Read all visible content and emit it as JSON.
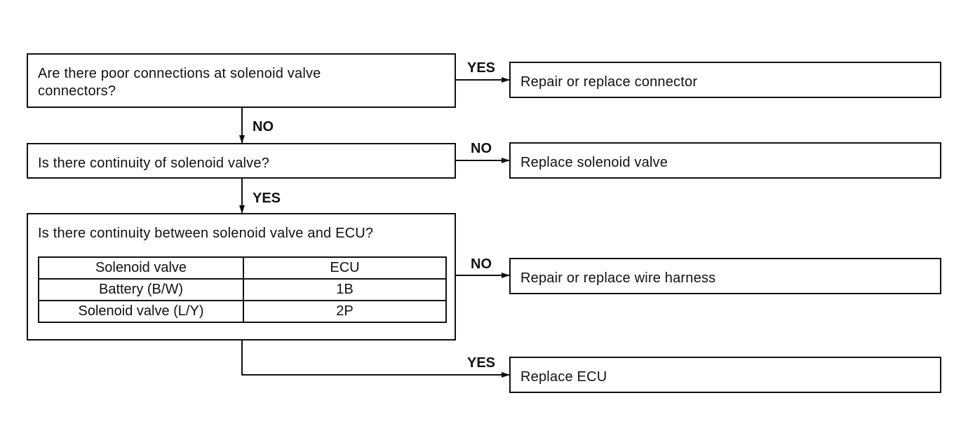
{
  "questions": {
    "q1_line1": "Are there poor connections at solenoid valve",
    "q1_line2": "connectors?",
    "q2": "Is there continuity of solenoid valve?",
    "q3": "Is there continuity between solenoid valve and ECU?"
  },
  "table": {
    "header": [
      "Solenoid valve",
      "ECU"
    ],
    "rows": [
      [
        "Battery (B/W)",
        "1B"
      ],
      [
        "Solenoid valve (L/Y)",
        "2P"
      ]
    ]
  },
  "actions": {
    "a1": "Repair or replace connector",
    "a2": "Replace solenoid valve",
    "a3": "Repair or replace wire harness",
    "a4": "Replace ECU"
  },
  "labels": {
    "q1_yes": "YES",
    "q1_no": "NO",
    "q2_no": "NO",
    "q2_yes": "YES",
    "q3_no": "NO",
    "q3_yes": "YES"
  }
}
